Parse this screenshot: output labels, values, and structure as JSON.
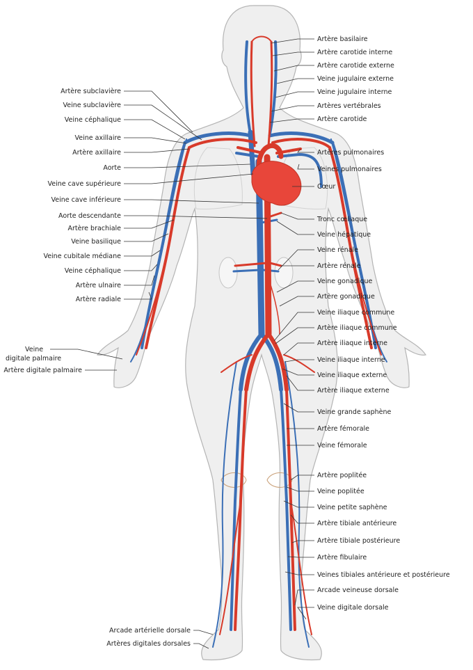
{
  "colors": {
    "artery": "#d83a2a",
    "vein": "#3b6fb6",
    "body_fill": "#efefef",
    "body_outline": "#b4b4b4",
    "heart": "#e8463a",
    "text": "#222222",
    "leader": "#333333"
  },
  "labels_left": [
    "Artère subclavière",
    "Veine subclavière",
    "Veine céphalique",
    "Veine axillaire",
    "Artère axillaire",
    "Aorte",
    "Veine cave supérieure",
    "Veine cave inférieure",
    "Aorte descendante",
    "Artère brachiale",
    "Veine basilique",
    "Veine cubitale médiane",
    "Veine céphalique",
    "Artère ulnaire",
    "Artère radiale",
    "Veine",
    "digitale palmaire",
    "Artère digitale palmaire",
    "Arcade artérielle dorsale",
    "Artères digitales dorsales"
  ],
  "labels_right": [
    "Artère basilaire",
    "Artère carotide interne",
    "Artère carotide externe",
    "Veine jugulaire externe",
    "Veine jugulaire interne",
    "Artères vertébrales",
    "Artère carotide",
    "Artères pulmonaires",
    "Veines pulmonaires",
    "Cœur",
    "Tronc cœliaque",
    "Veine hépatique",
    "Veine rénale",
    "Artère rénale",
    "Veine gonadique",
    "Artère gonadique",
    "Veine iliaque commune",
    "Artère iliaque commune",
    "Artère iliaque interne",
    "Veine iliaque interne",
    "Veine iliaque externe",
    "Artère iliaque externe",
    "Veine grande saphène",
    "Artère fémorale",
    "Veine fémorale",
    "Artère poplitée",
    "Veine poplitée",
    "Veine petite saphène",
    "Artère tibiale antérieure",
    "Artère tibiale postérieure",
    "Artère fibulaire",
    "Veines tibiales antérieure et postérieure",
    "Arcade veineuse dorsale",
    "Veine digitale dorsale"
  ]
}
